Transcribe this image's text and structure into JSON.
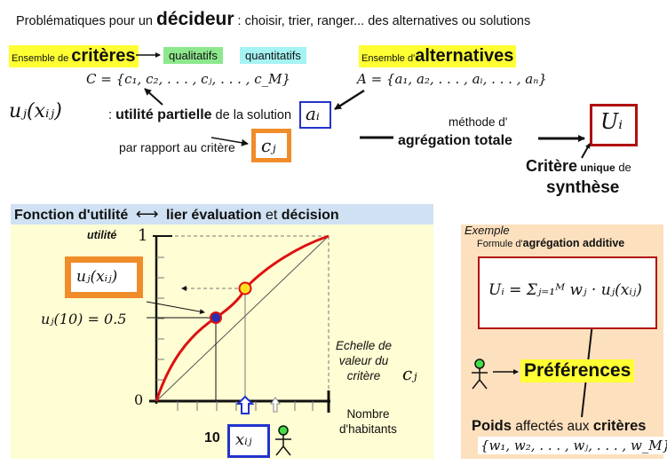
{
  "header": {
    "prefix": "Problématiques pour un ",
    "decideur": "décideur",
    "suffix": " : choisir, trier, ranger... des alternatives ou solutions"
  },
  "criteria": {
    "ensemble_label": "Ensemble de ",
    "title": "critères",
    "tag_qualitative": "qualitatifs",
    "tag_quantitative": "quantitatifs",
    "set_formula": "C = {c₁, c₂, . . . , cⱼ, . . . , c_M}"
  },
  "alternatives": {
    "ensemble_label": "Ensemble d'",
    "title": "alternatives",
    "set_formula": "A = {a₁, a₂, . . . , aᵢ, . . . , aₙ}"
  },
  "utility": {
    "symbol": "uⱼ(xᵢⱼ)",
    "colon": ":",
    "bold_label": "utilité partielle",
    "rest": " de la solution",
    "ai": "aᵢ",
    "criterion_label": "par rapport au critère",
    "cj": "cⱼ"
  },
  "aggregation": {
    "method_label": "méthode d'",
    "method_bold": "agrégation totale",
    "Ui": "Uᵢ",
    "critere": "Critère",
    "unique": " unique",
    "de": " de",
    "synthese": "synthèse"
  },
  "utility_function": {
    "title_left": "Fonction d'utilité",
    "arrows": "⟷",
    "title_right_a": "lier évaluation",
    "title_right_b": " et ",
    "title_right_c": "décision",
    "y_axis_label": "utilité",
    "y_one": "1",
    "y_zero": "0",
    "uj_box": "uⱼ(xᵢⱼ)",
    "uj10": "uⱼ(10) = 0.5",
    "scale_label_1": "Echelle de",
    "scale_label_2": "valeur du",
    "scale_label_3": "critère",
    "scale_cj": "cⱼ",
    "x_axis_label_1": "Nombre",
    "x_axis_label_2": "d'habitants",
    "ten": "10",
    "xij": "xᵢⱼ"
  },
  "example": {
    "label": "Exemple",
    "formula_label": "Formule d'",
    "formula_bold": "agrégation additive",
    "formula": "Uᵢ = Σⱼ₌₁ᴹ wⱼ · uⱼ(xᵢⱼ)",
    "preferences": "Préférences",
    "poids": "Poids",
    "affectes": " affectés aux ",
    "criteres": "critères",
    "weights": "{w₁, w₂, . . . , wⱼ, . . . , w_M}"
  },
  "colors": {
    "highlight_yellow": "#ffff33",
    "curve_red": "#dd1111",
    "frame_blue": "#2233cc",
    "frame_orange": "#f08c2a",
    "frame_red": "#b01010",
    "point_blue": "#2a2fb0",
    "point_yellow": "#ffe020"
  }
}
